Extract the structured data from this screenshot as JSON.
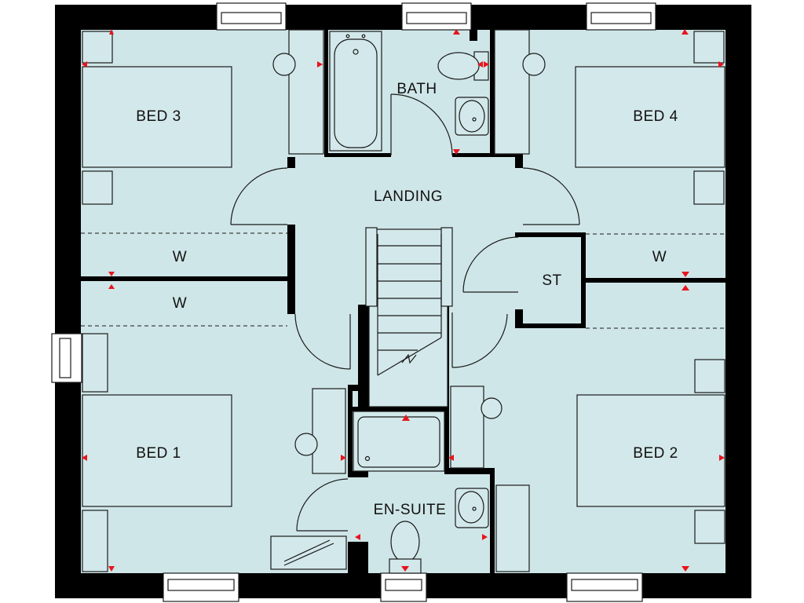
{
  "rooms": {
    "bed3": "BED 3",
    "bath": "BATH",
    "bed4": "BED 4",
    "landing": "LANDING",
    "w_left_top": "W",
    "w_left_bottom": "W",
    "st": "ST",
    "w_right": "W",
    "bed1": "BED 1",
    "bed2": "BED 2",
    "ensuite": "EN-SUITE"
  },
  "colors": {
    "floor": "#cfe6e8",
    "wall": "#000000",
    "marker": "#e8141c"
  }
}
